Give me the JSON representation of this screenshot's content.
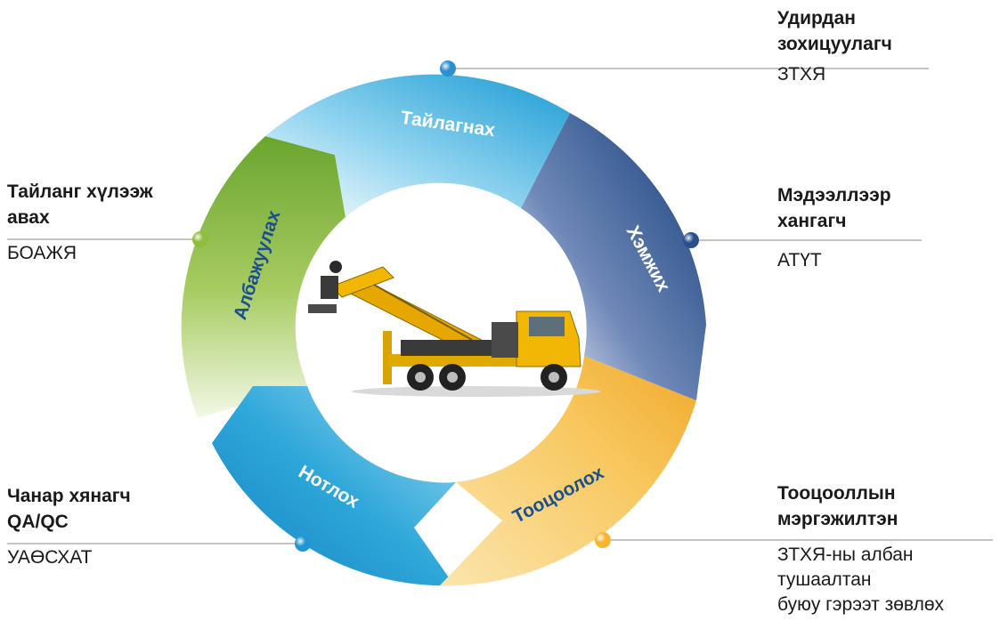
{
  "cycle": {
    "segments": [
      {
        "id": "tailagnah",
        "label": "Тайлагнах",
        "color": "#2aa6d6",
        "text_color": "#ffffff"
      },
      {
        "id": "hemjih",
        "label": "Хэмжих",
        "color": "#1e4a86",
        "text_color": "#ffffff"
      },
      {
        "id": "tootsooloh",
        "label": "Тооцоолох",
        "color": "#f6b93b",
        "text_color": "#1b4f8e"
      },
      {
        "id": "notloh",
        "label": "Нотлох",
        "color": "#1e96cf",
        "text_color": "#ffffff"
      },
      {
        "id": "albajuulah",
        "label": "Албажуулах",
        "color": "#7bb13a",
        "text_color": "#1b4f8e"
      }
    ],
    "center_image": "crane-truck"
  },
  "roles": [
    {
      "id": "top-right",
      "title_lines": [
        "Удирдан",
        "зохицуулагч"
      ],
      "name_lines": [
        "ЗТХЯ"
      ],
      "dot_color": "#2b8fd0"
    },
    {
      "id": "right",
      "title_lines": [
        "Мэдээллээр",
        "хангагч"
      ],
      "name_lines": [
        "АТҮТ"
      ],
      "dot_color": "#2a4f8f"
    },
    {
      "id": "bottom-right",
      "title_lines": [
        "Тооцооллын",
        "мэргэжилтэн"
      ],
      "name_lines": [
        "ЗТХЯ-ны албан",
        "тушаалтан",
        "буюу гэрээт зөвлөх"
      ],
      "dot_color": "#f5b62e"
    },
    {
      "id": "bottom-left",
      "title_lines": [
        "Чанар хянагч",
        "QA/QC"
      ],
      "name_lines": [
        "УАӨСХАТ"
      ],
      "dot_color": "#2196d3"
    },
    {
      "id": "left",
      "title_lines": [
        "Тайланг хүлээж",
        "авах"
      ],
      "name_lines": [
        "БОАЖЯ"
      ],
      "dot_color": "#8fbd3c"
    }
  ]
}
